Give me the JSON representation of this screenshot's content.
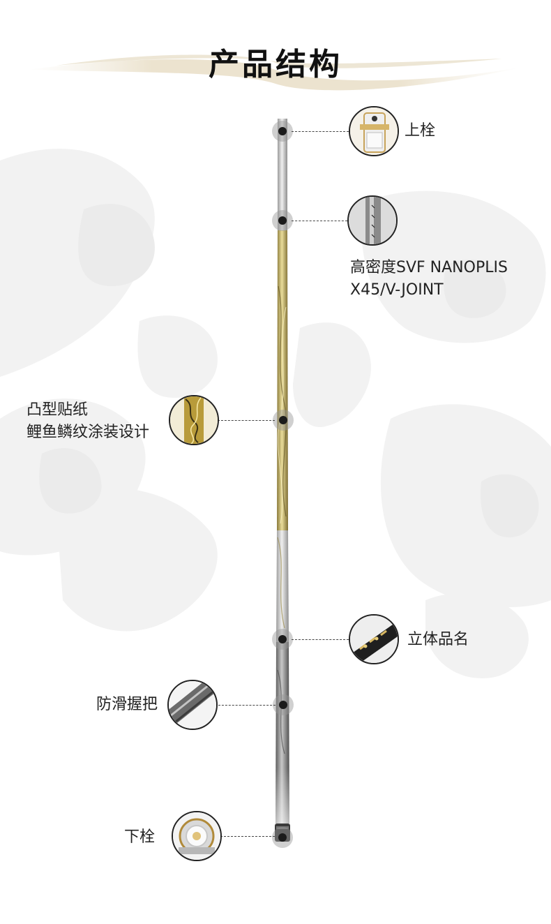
{
  "title": "产品结构",
  "callouts": {
    "top_plug": {
      "label": "上栓",
      "icon": "top-plug-icon"
    },
    "blank": {
      "line1": "高密度SVF NANOPLIS",
      "line2": "X45/V-JOINT",
      "icon": "rod-section-icon"
    },
    "sticker": {
      "line1": "凸型贴纸",
      "line2": "鲤鱼鳞纹涂装设计",
      "icon": "scale-pattern-icon"
    },
    "name": {
      "label": "立体品名",
      "icon": "emblem-name-icon"
    },
    "grip": {
      "label": "防滑握把",
      "icon": "grip-icon"
    },
    "bottom_plug": {
      "label": "下栓",
      "icon": "bottom-plug-icon"
    }
  },
  "colors": {
    "accent_gold": "#b8a24a",
    "rod_silver": "#c9c9c9",
    "rod_dark": "#6b6b6b",
    "leader": "#444444"
  }
}
